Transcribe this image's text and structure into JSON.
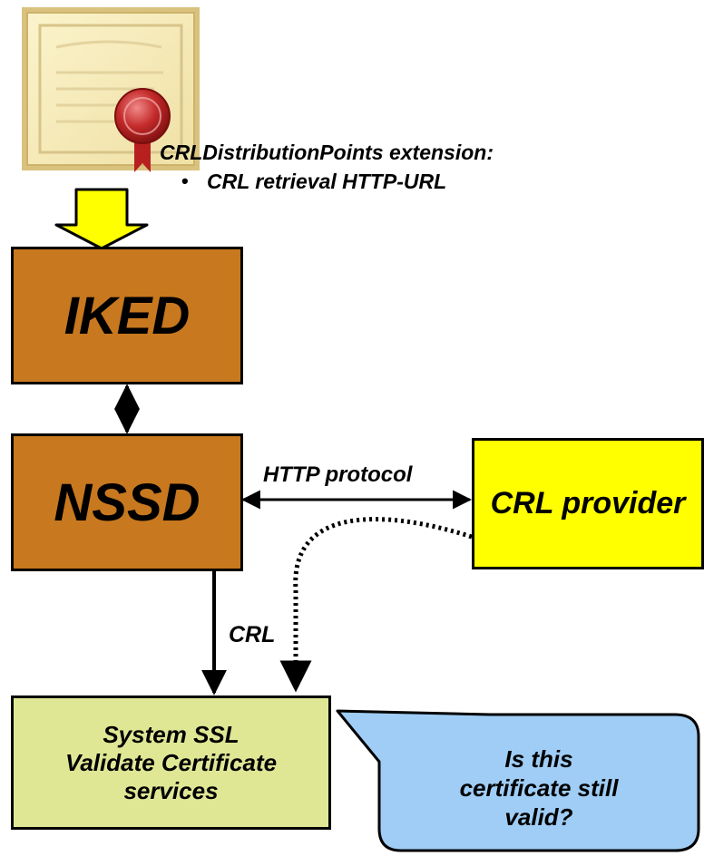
{
  "certificate": {
    "extension_title": "CRLDistributionPoints extension:",
    "bullet": "•",
    "extension_item": "CRL retrieval HTTP-URL"
  },
  "boxes": {
    "iked": "IKED",
    "nssd": "NSSD",
    "crl_provider": "CRL provider",
    "ssl_line1": "System SSL",
    "ssl_line2": "Validate Certificate",
    "ssl_line3": "services"
  },
  "connectors": {
    "http_protocol": "HTTP protocol",
    "crl": "CRL"
  },
  "callout": {
    "line1": "Is this",
    "line2": "certificate still",
    "line3": "valid?"
  },
  "colors": {
    "daemon_box": "#c8781e",
    "crl_provider_box": "#ffff00",
    "ssl_box": "#dfe795",
    "callout_fill": "#9fcdf5",
    "arrow_fill": "#ffff00"
  }
}
